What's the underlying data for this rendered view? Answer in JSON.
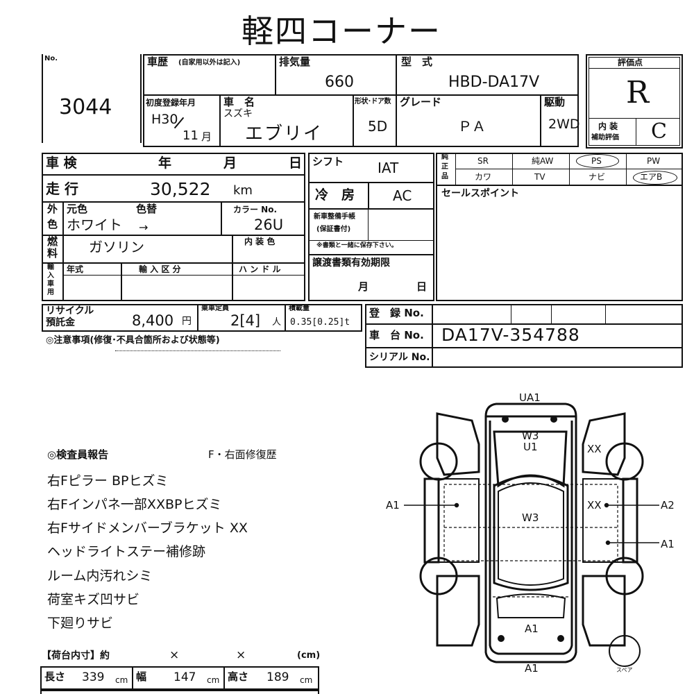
{
  "title": "軽四コーナー",
  "lot": {
    "label": "No.",
    "number": "3044"
  },
  "history": {
    "label": "車歴",
    "note": "(自家用以外は記入)"
  },
  "displacement": {
    "label": "排気量",
    "value": "660"
  },
  "model": {
    "label": "型　式",
    "value": "HBD-DA17V"
  },
  "rating": {
    "label": "評価点",
    "value": "R",
    "interior_label_1": "内 装",
    "interior_label_2": "補助評価",
    "interior_value": "C"
  },
  "first_reg": {
    "label": "初度登録年月",
    "year": "H30",
    "month": "11",
    "month_unit": "月"
  },
  "car_name": {
    "label": "車　名",
    "maker": "スズキ",
    "name": "エブリイ"
  },
  "doors": {
    "label": "形状･ドア数",
    "value": "5D"
  },
  "grade": {
    "label": "グレード",
    "value": "ＰＡ"
  },
  "drive": {
    "label": "駆動",
    "value": "2WD"
  },
  "inspection": {
    "label": "車 検",
    "year": "年",
    "month": "月",
    "day": "日"
  },
  "shift": {
    "label": "シフト",
    "value": "IAT"
  },
  "equipment": {
    "label_1": "純",
    "label_2": "正",
    "label_3": "品",
    "row1": [
      "SR",
      "純AW",
      "PS",
      "PW"
    ],
    "row2": [
      "カワ",
      "TV",
      "ナビ",
      "エアB"
    ]
  },
  "mileage": {
    "label": "走 行",
    "value": "30,522",
    "unit": "km"
  },
  "aircon": {
    "label": "冷　房",
    "value": "AC"
  },
  "sales_point": {
    "label": "セールスポイント"
  },
  "color": {
    "label_1": "外",
    "label_2": "色",
    "original_label": "元色",
    "change_label": "色替",
    "original": "ホワイト",
    "arrow": "→",
    "code_label": "カラー No.",
    "code": "26U"
  },
  "service_book": {
    "label_1": "新車整備手帳",
    "label_2": "(保証書付)",
    "note": "※書類と一緒に保存下さい。"
  },
  "fuel": {
    "label_1": "燃",
    "label_2": "料",
    "value": "ガソリン",
    "interior_color_label": "内 装 色"
  },
  "import": {
    "label_1": "輸",
    "label_2": "入",
    "label_3": "車",
    "label_4": "用",
    "year_label": "年式",
    "type_label": "輸 入 区 分",
    "handle_label": "ハ ン ド ル"
  },
  "transfer_docs": {
    "label": "譲渡書類有効期限",
    "month": "月",
    "day": "日"
  },
  "recycle": {
    "label_1": "リサイクル",
    "label_2": "預託金",
    "value": "8,400",
    "unit": "円"
  },
  "capacity": {
    "label": "乗車定員",
    "value": "2[4]",
    "unit": "人"
  },
  "load": {
    "label": "積載量",
    "value": "0.35[0.25]t"
  },
  "registration": {
    "label": "登　録 No.",
    "chassis_label": "車　台 No.",
    "chassis_value": "DA17V-354788",
    "serial_label": "シリアル No."
  },
  "caution": {
    "label": "◎注意事項(修復･不具合箇所および状態等)"
  },
  "report": {
    "label": "◎検査員報告",
    "side_note": "F・右面修復歴",
    "lines": [
      "右Fピラー BPヒズミ",
      "右Fインパネ一部XXBPヒズミ",
      "右Fサイドメンバーブラケット XX",
      "ヘッドライトステー補修跡",
      "ルーム内汚れシミ",
      "荷室キズ凹サビ",
      "下廻りサビ"
    ]
  },
  "cargo": {
    "label": "【荷台内寸】約",
    "x1": "×",
    "x2": "×",
    "unit": "(cm)",
    "length_label": "長さ",
    "length": "339",
    "width_label": "幅",
    "width": "147",
    "height_label": "高さ",
    "height": "189",
    "cm": "cm"
  },
  "diagram": {
    "marks": {
      "front": "UA1",
      "hood_1": "W3",
      "hood_2": "U1",
      "right_front": "XX",
      "left_side": "A1",
      "right_mid": "XX",
      "right_side": "A2",
      "roof": "W3",
      "right_rear": "A1",
      "rear": "A1",
      "bottom": "A1"
    },
    "spare_label": "スペア"
  }
}
